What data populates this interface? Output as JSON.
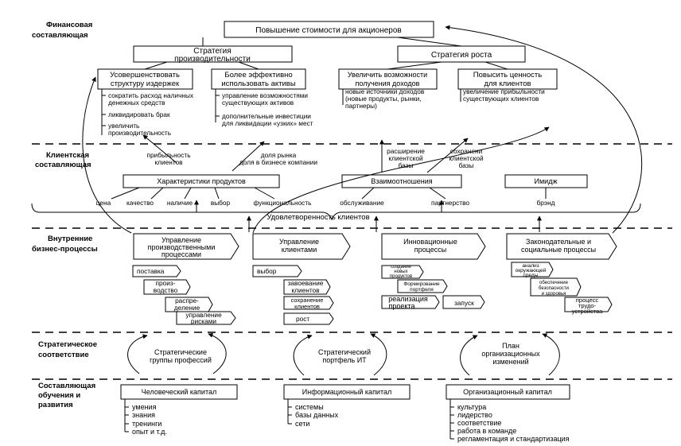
{
  "sections": [
    {
      "line1": "Финансовая",
      "line2": "составляющая",
      "line3": ""
    },
    {
      "line1": "Клиентская",
      "line2": "составляющая",
      "line3": ""
    },
    {
      "line1": "Внутренние",
      "line2": "бизнес-процессы",
      "line3": ""
    },
    {
      "line1": "Стратегическое",
      "line2": "соответствие",
      "line3": ""
    },
    {
      "line1": "Составляющая",
      "line2": "обучения и",
      "line3": "развития"
    }
  ],
  "financial": {
    "top": "Повышение стоимости для акционеров",
    "productivity": [
      "Стратегия",
      "производительности"
    ],
    "growth": "Стратегия роста",
    "cost_structure": [
      "Усовершенствовать",
      "структуру издержек"
    ],
    "assets": [
      "Более эффективно",
      "использовать активы"
    ],
    "revenue": [
      "Увеличить возможности",
      "получения доходов"
    ],
    "client_value": [
      "Повысить ценность",
      "для клиентов"
    ],
    "cost_items": [
      "сократить расход наличных",
      "денежных средств",
      "ликвидировать брак",
      "увеличить",
      "производительность"
    ],
    "asset_items": [
      "управление возможностями",
      "существующих активов",
      "дополнительные инвестиции",
      "для ликвидации «узких» мест"
    ],
    "revenue_items": [
      "новые источники доходов",
      "(новые продукты, рынки,",
      "партнеры)"
    ],
    "value_items": [
      "увеличение прибыльности",
      "существующих клиентов"
    ]
  },
  "client": {
    "profit": [
      "прибыльность",
      "клиентов"
    ],
    "share": [
      "доля рынка",
      "доля в бизнесе компании"
    ],
    "expand": [
      "расширение",
      "клиентской",
      "базы"
    ],
    "retain": [
      "сохранени",
      "клиентской",
      "базы"
    ],
    "product": "Характеристики продуктов",
    "relations": "Взаимоотношения",
    "image": "Имидж",
    "attrs": [
      "цена",
      "качество",
      "наличие",
      "выбор",
      "функциональность",
      "обслуживание",
      "партнерство",
      "брэнд"
    ],
    "satisfaction": "Удовлетворенность клиентов"
  },
  "processes": {
    "ops": [
      "Управление",
      "производственными",
      "процессами"
    ],
    "crm": [
      "Управление",
      "клиентами"
    ],
    "innov": [
      "Инновационные",
      "процессы"
    ],
    "legal": [
      "Законодательные и",
      "социальные процессы"
    ],
    "ops_items": [
      "поставка",
      "произ-",
      "водство",
      "распре-",
      "деление",
      "управление",
      "рисками"
    ],
    "crm_items": [
      "выбор",
      "завоевание",
      "клиентов",
      "сохранение",
      "клиентов",
      "рост"
    ],
    "innov_items": [
      "создание",
      "новых",
      "продуктов",
      "Формирование",
      "портфеля",
      "реализация",
      "проекта",
      "запуск"
    ],
    "legal_items": [
      "анализ",
      "окружающей",
      "среды",
      "обеспечение",
      "безопасности",
      "и здоровья",
      "процесс",
      "трудо-",
      "устройства"
    ]
  },
  "alignment": {
    "groups": [
      "Стратегические",
      "группы профессий"
    ],
    "it": [
      "Стратегический",
      "портфель ИТ"
    ],
    "org": [
      "План",
      "организационных",
      "изменений"
    ]
  },
  "learning": {
    "human": "Человеческий капитал",
    "info": "Информационный капитал",
    "org": "Организационный капитал",
    "human_items": [
      "умения",
      "знания",
      "тренинги",
      "опыт и т.д."
    ],
    "info_items": [
      "системы",
      "базы данных",
      "сети"
    ],
    "org_items": [
      "культура",
      "лидерство",
      "соответствие",
      "работа в команде",
      "регламентация и стандартизация"
    ]
  }
}
